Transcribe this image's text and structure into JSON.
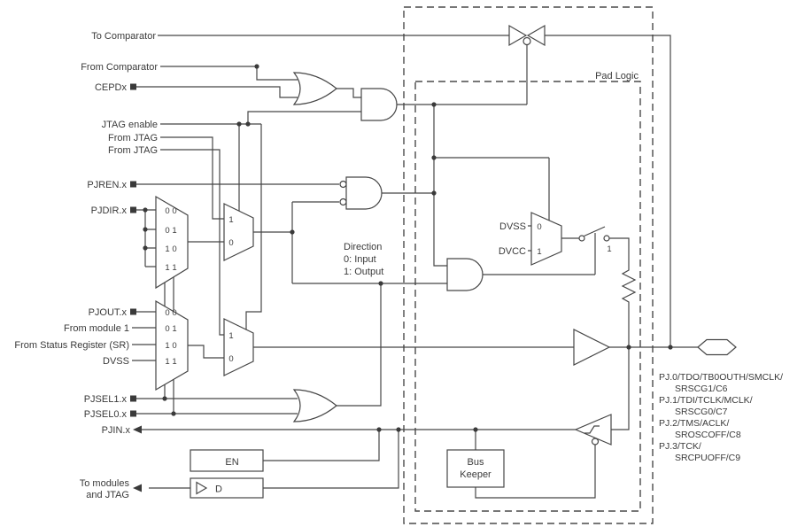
{
  "diagram": {
    "left_labels": {
      "to_comparator": "To Comparator",
      "from_comparator": "From Comparator",
      "cepdx": "CEPDx",
      "jtag_enable": "JTAG enable",
      "from_jtag_a": "From JTAG",
      "from_jtag_b": "From JTAG",
      "pjren": "PJREN.x",
      "pjdir": "PJDIR.x",
      "pjout": "PJOUT.x",
      "from_module": "From module 1",
      "from_sr": "From Status Register (SR)",
      "dvss": "DVSS",
      "pjsel1": "PJSEL1.x",
      "pjsel0": "PJSEL0.x",
      "pjin": "PJIN.x",
      "to_modules_1": "To modules",
      "to_modules_2": "and JTAG"
    },
    "mux_dir_bits": [
      "0 0",
      "0 1",
      "1 0",
      "1 1"
    ],
    "mux_out_bits": [
      "0 0",
      "0 1",
      "1 0",
      "1 1"
    ],
    "small_mux_a": {
      "one": "1",
      "zero": "0"
    },
    "small_mux_b": {
      "one": "1",
      "zero": "0"
    },
    "direction_note": {
      "line1": "Direction",
      "line2": "0: Input",
      "line3": "1: Output"
    },
    "pad_logic": {
      "title": "Pad Logic",
      "dvss": "DVSS",
      "dvcc": "DVCC",
      "mux_zero": "0",
      "mux_one": "1",
      "switch_one": "1"
    },
    "latch": {
      "en": "EN",
      "d": "D"
    },
    "bus_keeper": {
      "line1": "Bus",
      "line2": "Keeper"
    },
    "pins": [
      "PJ.0/TDO/TB0OUTH/SMCLK/",
      "SRSCG1/C6",
      "PJ.1/TDI/TCLK/MCLK/",
      "SRSCG0/C7",
      "PJ.2/TMS/ACLK/",
      "SROSCOFF/C8",
      "PJ.3/TCK/",
      "SRCPUOFF/C9"
    ]
  }
}
